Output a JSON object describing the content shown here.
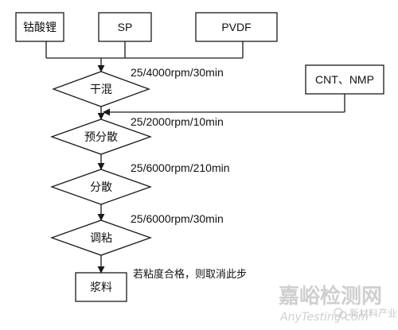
{
  "inputs": [
    {
      "label": "钴酸锂"
    },
    {
      "label": "SP"
    },
    {
      "label": "PVDF"
    }
  ],
  "additive": {
    "label": "CNT、NMP"
  },
  "steps": [
    {
      "label": "干混",
      "condition": "25/4000rpm/30min"
    },
    {
      "label": "预分散",
      "condition": "25/2000rpm/10min"
    },
    {
      "label": "分散",
      "condition": "25/6000rpm/210min"
    },
    {
      "label": "调粘",
      "condition": "25/6000rpm/30min"
    }
  ],
  "output": {
    "label": "浆料"
  },
  "note": "若粘度合格，则取消此步",
  "watermark": {
    "main": "嘉峪检测网",
    "sub": "AnyTesting.com",
    "brand": "新材料产业"
  },
  "colors": {
    "stroke": "#1a1a1a",
    "watermark": "#cfcfcf"
  }
}
